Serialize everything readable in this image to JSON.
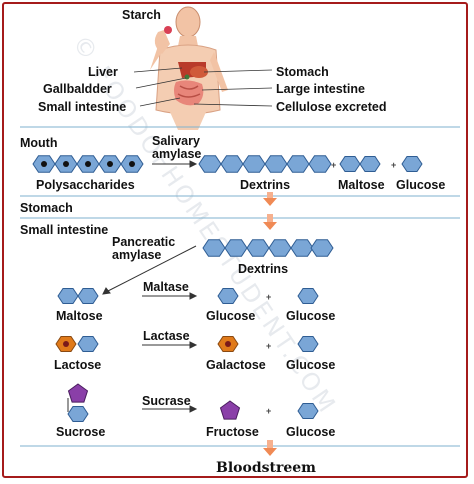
{
  "labels": {
    "starch": "Starch",
    "liver": "Liver",
    "gallbladder": "Gallbaldder",
    "small_intestine_top": "Small intestine",
    "stomach_top": "Stomach",
    "large_intestine": "Large intestine",
    "cellulose": "Cellulose excreted",
    "mouth": "Mouth",
    "salivary_amylase_1": "Salivary",
    "salivary_amylase_2": "amylase",
    "polysaccharides": "Polysaccharides",
    "dextrins_1": "Dextrins",
    "maltose_1": "Maltose",
    "glucose_1": "Glucose",
    "stomach_section": "Stomach",
    "small_intestine_section": "Small intestine",
    "pancreatic_1": "Pancreatic",
    "pancreatic_2": "amylase",
    "dextrins_2": "Dextrins",
    "maltose_left": "Maltose",
    "maltase": "Maltase",
    "glucose_m1": "Glucose",
    "glucose_m2": "Glucose",
    "lactose": "Lactose",
    "lactase": "Lactase",
    "galactose": "Galactose",
    "glucose_l": "Glucose",
    "sucrose": "Sucrose",
    "sucrase": "Sucrase",
    "fructose": "Fructose",
    "glucose_s": "Glucose",
    "bloodstream": "Bloodstreem",
    "plus": "+"
  },
  "watermark": "© FOODOFHOMESTUDENT.COM",
  "colors": {
    "hexagon_fill": "#7aa6d6",
    "hexagon_stroke": "#2f5d93",
    "galactose_fill": "#e07a1a",
    "fructose_fill": "#8a3fa8",
    "arrow_orange": "#f08a55",
    "rule_line": "#7fb2cf",
    "frame": "#a51b1b"
  }
}
